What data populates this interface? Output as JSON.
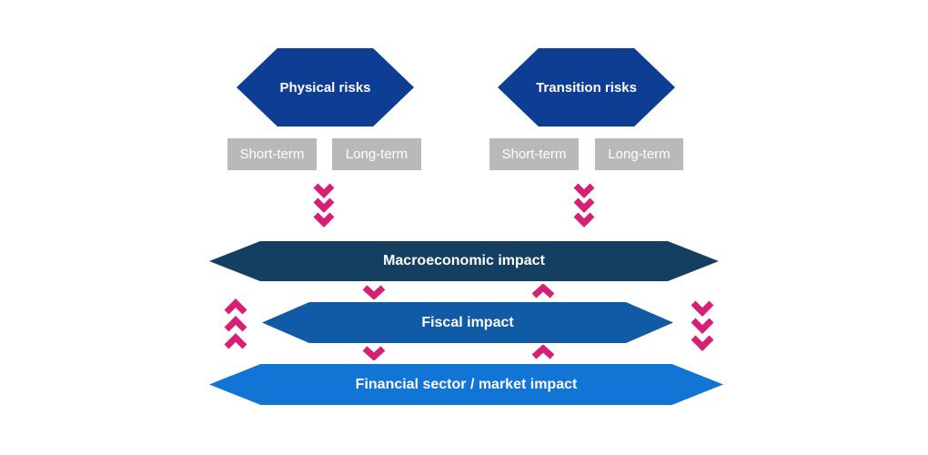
{
  "diagram": {
    "title_hidden": "",
    "risks": [
      {
        "label": "Physical risks",
        "terms": [
          "Short-term",
          "Long-term"
        ]
      },
      {
        "label": "Transition risks",
        "terms": [
          "Short-term",
          "Long-term"
        ]
      }
    ],
    "impacts": [
      {
        "label": "Macroeconomic impact"
      },
      {
        "label": "Fiscal impact"
      },
      {
        "label": "Financial sector / market impact"
      }
    ],
    "icons": [
      "down-chevrons-cascade",
      "down-chevron-feedback",
      "up-chevron-feedback",
      "up-chevrons-left-flank",
      "down-chevrons-right-flank"
    ]
  },
  "colors": {
    "hex_blue": "#0e3e94",
    "macro_navy": "#143f60",
    "fiscal_blue": "#115aa5",
    "financial_blue": "#1274d4",
    "chip_gray": "#b9b9bb",
    "arrow_pink": "#d62078",
    "label_white": "#ffffff"
  }
}
